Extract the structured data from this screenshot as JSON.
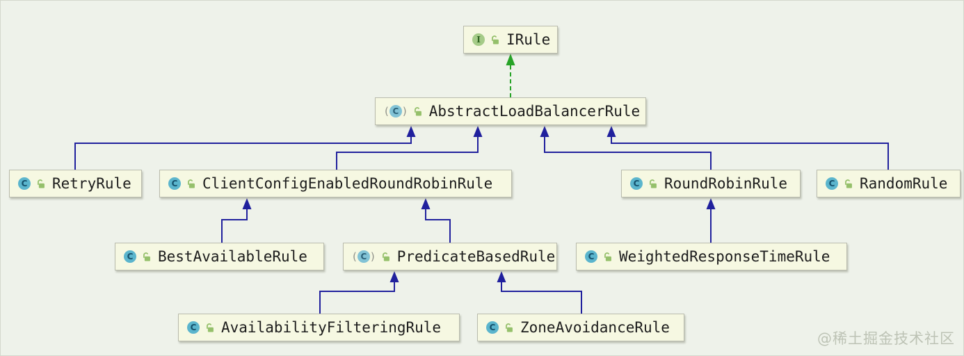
{
  "diagram": {
    "type": "uml-class-diagram",
    "nodes": [
      {
        "id": "irule",
        "label": "IRule",
        "kind": "interface",
        "icon": "interface-icon",
        "icon_letter": "I"
      },
      {
        "id": "abstract-load-balancer-rule",
        "label": "AbstractLoadBalancerRule",
        "kind": "abstract-class",
        "icon": "abstract-class-icon",
        "icon_letter": "C"
      },
      {
        "id": "retry-rule",
        "label": "RetryRule",
        "kind": "class",
        "icon": "class-icon",
        "icon_letter": "C"
      },
      {
        "id": "client-config-enabled-round-robin-rule",
        "label": "ClientConfigEnabledRoundRobinRule",
        "kind": "class",
        "icon": "class-icon",
        "icon_letter": "C"
      },
      {
        "id": "round-robin-rule",
        "label": "RoundRobinRule",
        "kind": "class",
        "icon": "class-icon",
        "icon_letter": "C"
      },
      {
        "id": "random-rule",
        "label": "RandomRule",
        "kind": "class",
        "icon": "class-icon",
        "icon_letter": "C"
      },
      {
        "id": "best-available-rule",
        "label": "BestAvailableRule",
        "kind": "class",
        "icon": "class-icon",
        "icon_letter": "C"
      },
      {
        "id": "predicate-based-rule",
        "label": "PredicateBasedRule",
        "kind": "abstract-class",
        "icon": "abstract-class-icon",
        "icon_letter": "C"
      },
      {
        "id": "weighted-response-time-rule",
        "label": "WeightedResponseTimeRule",
        "kind": "class",
        "icon": "class-icon",
        "icon_letter": "C"
      },
      {
        "id": "availability-filtering-rule",
        "label": "AvailabilityFilteringRule",
        "kind": "class",
        "icon": "class-icon",
        "icon_letter": "C"
      },
      {
        "id": "zone-avoidance-rule",
        "label": "ZoneAvoidanceRule",
        "kind": "class",
        "icon": "class-icon",
        "icon_letter": "C"
      }
    ],
    "edges": [
      {
        "from": "AbstractLoadBalancerRule",
        "to": "IRule",
        "relation": "implements"
      },
      {
        "from": "RetryRule",
        "to": "AbstractLoadBalancerRule",
        "relation": "extends"
      },
      {
        "from": "ClientConfigEnabledRoundRobinRule",
        "to": "AbstractLoadBalancerRule",
        "relation": "extends"
      },
      {
        "from": "RoundRobinRule",
        "to": "AbstractLoadBalancerRule",
        "relation": "extends"
      },
      {
        "from": "RandomRule",
        "to": "AbstractLoadBalancerRule",
        "relation": "extends"
      },
      {
        "from": "BestAvailableRule",
        "to": "ClientConfigEnabledRoundRobinRule",
        "relation": "extends"
      },
      {
        "from": "PredicateBasedRule",
        "to": "ClientConfigEnabledRoundRobinRule",
        "relation": "extends"
      },
      {
        "from": "WeightedResponseTimeRule",
        "to": "RoundRobinRule",
        "relation": "extends"
      },
      {
        "from": "AvailabilityFilteringRule",
        "to": "PredicateBasedRule",
        "relation": "extends"
      },
      {
        "from": "ZoneAvoidanceRule",
        "to": "PredicateBasedRule",
        "relation": "extends"
      }
    ]
  },
  "icons": {
    "paren_open": "(",
    "paren_close": ")",
    "lock_open_icon": "lock-open-icon"
  },
  "colors": {
    "canvas_background": "#eef2ea",
    "node_background": "#f6f8e2",
    "node_border": "#b9bbad",
    "extends_arrow": "#20209d",
    "implements_arrow": "#27a327",
    "class_icon_circle": "#5bb5cd",
    "interface_icon_circle": "#a5cb88",
    "lock_icon": "#95c06b",
    "label_text": "#1c1c1c",
    "watermark_text": "#bdc3b5"
  },
  "watermark": "@稀土掘金技术社区"
}
